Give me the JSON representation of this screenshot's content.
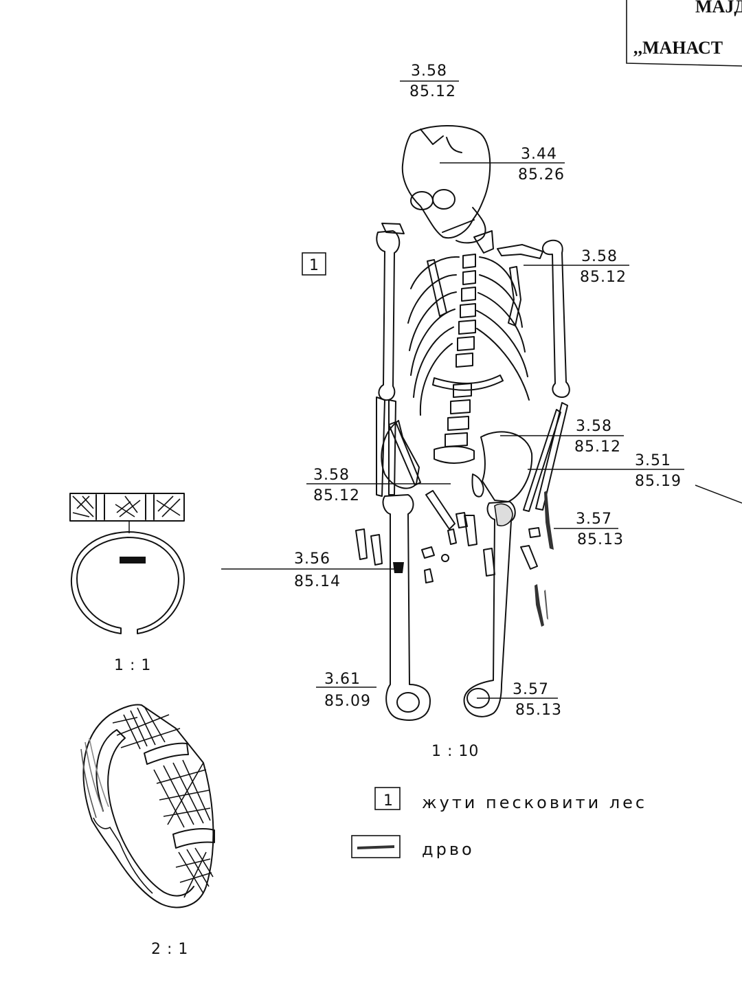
{
  "header": {
    "line1": "МАЈД",
    "line2": ",,МАНАСТ"
  },
  "skeleton_label": "1",
  "elevations": [
    {
      "id": "top",
      "top": "3.58",
      "bottom": "85.12"
    },
    {
      "id": "skull",
      "top": "3.44",
      "bottom": "85.26"
    },
    {
      "id": "right-shoulder",
      "top": "3.58",
      "bottom": "85.12"
    },
    {
      "id": "right-pelvis",
      "top": "3.58",
      "bottom": "85.12"
    },
    {
      "id": "right-forearm",
      "top": "3.51",
      "bottom": "85.19"
    },
    {
      "id": "left-pelvis",
      "top": "3.58",
      "bottom": "85.12"
    },
    {
      "id": "wood",
      "top": "3.57",
      "bottom": "85.13"
    },
    {
      "id": "ring-hand",
      "top": "3.56",
      "bottom": "85.14"
    },
    {
      "id": "left-foot",
      "top": "3.61",
      "bottom": "85.09"
    },
    {
      "id": "right-foot",
      "top": "3.57",
      "bottom": "85.13"
    }
  ],
  "scales": {
    "ring_plan": "1 : 1",
    "skeleton": "1 : 10",
    "ring_view": "2 : 1"
  },
  "legend": [
    {
      "symbol": "1",
      "text": "жути песковити лес"
    },
    {
      "symbol": "wood-symbol",
      "text": "дрво"
    }
  ]
}
